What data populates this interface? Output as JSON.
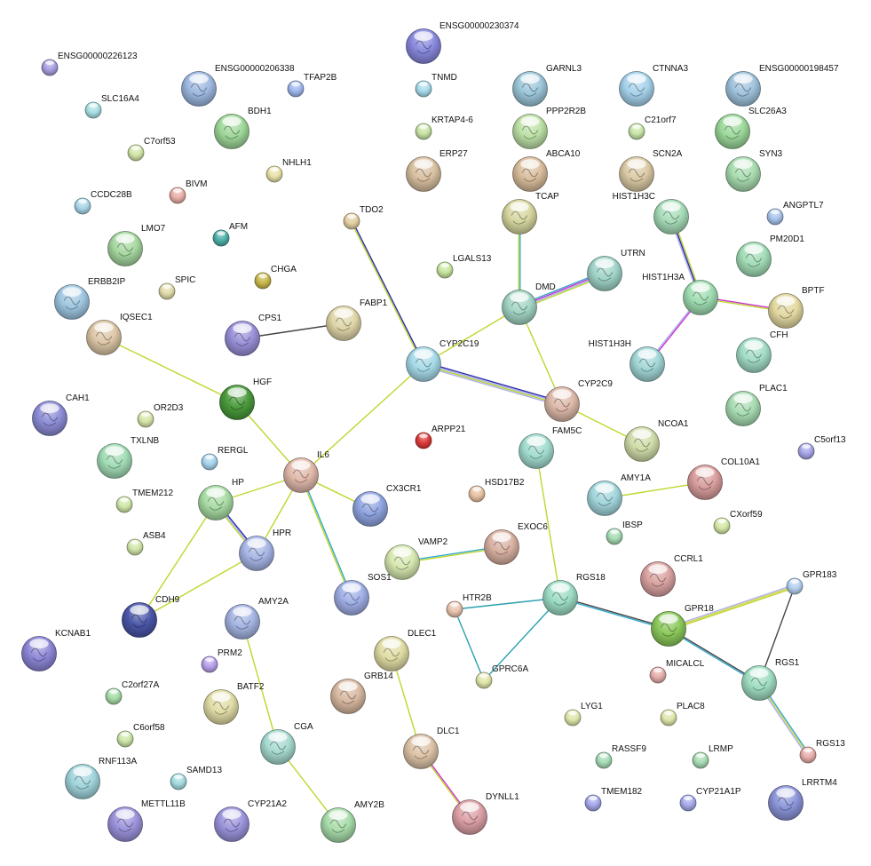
{
  "edge_colors": {
    "black": "#444444",
    "lime": "#bfd62e",
    "olive": "#d5d54a",
    "cyan": "#33aacc",
    "purple": "#aab0ee",
    "navy": "#2a2aa8",
    "magenta": "#cc33cc",
    "teal": "#2aa0b0"
  },
  "nodes": [
    {
      "id": "ENSG00000226123",
      "label": "ENSG00000226123",
      "color": "#a79fe0",
      "size": "s"
    },
    {
      "id": "ENSG00000230374",
      "label": "ENSG00000230374",
      "color": "#8888dd",
      "size": "l"
    },
    {
      "id": "ENSG00000206338",
      "label": "ENSG00000206338",
      "color": "#9db8e0",
      "size": "l"
    },
    {
      "id": "TFAP2B",
      "label": "TFAP2B",
      "color": "#9fb8ee",
      "size": "s"
    },
    {
      "id": "TNMD",
      "label": "TNMD",
      "color": "#a8dcec",
      "size": "s"
    },
    {
      "id": "GARNL3",
      "label": "GARNL3",
      "color": "#9cc6d8",
      "size": "l"
    },
    {
      "id": "CTNNA3",
      "label": "CTNNA3",
      "color": "#a6d2ec",
      "size": "l"
    },
    {
      "id": "ENSG00000198457",
      "label": "ENSG00000198457",
      "color": "#9fc2dc",
      "size": "l"
    },
    {
      "id": "SLC16A4",
      "label": "SLC16A4",
      "color": "#a8e0e4",
      "size": "s"
    },
    {
      "id": "BDH1",
      "label": "BDH1",
      "color": "#9fd89a",
      "size": "l"
    },
    {
      "id": "KRTAP4-6",
      "label": "KRTAP4-6",
      "color": "#c9e4a6",
      "size": "s"
    },
    {
      "id": "PPP2R2B",
      "label": "PPP2R2B",
      "color": "#bde0a6",
      "size": "l"
    },
    {
      "id": "C21orf7",
      "label": "C21orf7",
      "color": "#c9e6a8",
      "size": "s"
    },
    {
      "id": "SLC26A3",
      "label": "SLC26A3",
      "color": "#9bd89a",
      "size": "l"
    },
    {
      "id": "C7orf53",
      "label": "C7orf53",
      "color": "#d2e6aa",
      "size": "s"
    },
    {
      "id": "ERP27",
      "label": "ERP27",
      "color": "#d8bfa0",
      "size": "l"
    },
    {
      "id": "ABCA10",
      "label": "ABCA10",
      "color": "#d8bd9c",
      "size": "l"
    },
    {
      "id": "SCN2A",
      "label": "SCN2A",
      "color": "#dac9a4",
      "size": "l"
    },
    {
      "id": "SYN3",
      "label": "SYN3",
      "color": "#a8dcb0",
      "size": "l"
    },
    {
      "id": "NHLH1",
      "label": "NHLH1",
      "color": "#e8e2a8",
      "size": "s"
    },
    {
      "id": "BIVM",
      "label": "BIVM",
      "color": "#e8b0a8",
      "size": "s"
    },
    {
      "id": "CCDC28B",
      "label": "CCDC28B",
      "color": "#a8d6e8",
      "size": "s"
    },
    {
      "id": "TDO2",
      "label": "TDO2",
      "color": "#e2cfa2",
      "size": "s"
    },
    {
      "id": "TCAP",
      "label": "TCAP",
      "color": "#d6d6a0",
      "size": "l"
    },
    {
      "id": "HIST1H3C",
      "label": "HIST1H3C",
      "color": "#a6dcb8",
      "size": "l"
    },
    {
      "id": "ANGPTL7",
      "label": "ANGPTL7",
      "color": "#a8c4ec",
      "size": "s"
    },
    {
      "id": "LMO7",
      "label": "LMO7",
      "color": "#a6d8a0",
      "size": "l"
    },
    {
      "id": "AFM",
      "label": "AFM",
      "color": "#4cb0a8",
      "size": "s"
    },
    {
      "id": "LGALS13",
      "label": "LGALS13",
      "color": "#c9e6a0",
      "size": "s"
    },
    {
      "id": "UTRN",
      "label": "UTRN",
      "color": "#a0d4c8",
      "size": "l"
    },
    {
      "id": "PM20D1",
      "label": "PM20D1",
      "color": "#a2dcb6",
      "size": "l"
    },
    {
      "id": "CHGA",
      "label": "CHGA",
      "color": "#c8b84a",
      "size": "s"
    },
    {
      "id": "ERBB2IP",
      "label": "ERBB2IP",
      "color": "#9ec6e0",
      "size": "l"
    },
    {
      "id": "SPIC",
      "label": "SPIC",
      "color": "#e2dcaa",
      "size": "s"
    },
    {
      "id": "DMD",
      "label": "DMD",
      "color": "#a2d4c4",
      "size": "l"
    },
    {
      "id": "HIST1H3A",
      "label": "HIST1H3A",
      "color": "#9edcb0",
      "size": "l"
    },
    {
      "id": "BPTF",
      "label": "BPTF",
      "color": "#e2d8a0",
      "size": "l"
    },
    {
      "id": "FABP1",
      "label": "FABP1",
      "color": "#e0d6a8",
      "size": "l"
    },
    {
      "id": "IQSEC1",
      "label": "IQSEC1",
      "color": "#dcc6a6",
      "size": "l"
    },
    {
      "id": "CPS1",
      "label": "CPS1",
      "color": "#9890d8",
      "size": "l"
    },
    {
      "id": "CYP2C19",
      "label": "CYP2C19",
      "color": "#a6dae8",
      "size": "l"
    },
    {
      "id": "CFH",
      "label": "CFH",
      "color": "#a2dcc6",
      "size": "l"
    },
    {
      "id": "HIST1H3H",
      "label": "HIST1H3H",
      "color": "#a2d6d6",
      "size": "l"
    },
    {
      "id": "HGF",
      "label": "HGF",
      "color": "#4a9a3c",
      "size": "l"
    },
    {
      "id": "CYP2C9",
      "label": "CYP2C9",
      "color": "#dcb8a8",
      "size": "l"
    },
    {
      "id": "PLAC1",
      "label": "PLAC1",
      "color": "#a8dcb2",
      "size": "l"
    },
    {
      "id": "CAH1",
      "label": "CAH1",
      "color": "#8c8cd6",
      "size": "l"
    },
    {
      "id": "OR2D3",
      "label": "OR2D3",
      "color": "#d6e6aa",
      "size": "s"
    },
    {
      "id": "ARPP21",
      "label": "ARPP21",
      "color": "#dd3a3a",
      "size": "s"
    },
    {
      "id": "NCOA1",
      "label": "NCOA1",
      "color": "#cfdca8",
      "size": "l"
    },
    {
      "id": "TXLNB",
      "label": "TXLNB",
      "color": "#a2dcb6",
      "size": "l"
    },
    {
      "id": "FAM5C",
      "label": "FAM5C",
      "color": "#a2dcd0",
      "size": "l"
    },
    {
      "id": "C5orf13",
      "label": "C5orf13",
      "color": "#a8a6e8",
      "size": "s"
    },
    {
      "id": "RERGL",
      "label": "RERGL",
      "color": "#a8d4ee",
      "size": "s"
    },
    {
      "id": "IL6",
      "label": "IL6",
      "color": "#e0b8aa",
      "size": "l"
    },
    {
      "id": "COL10A1",
      "label": "COL10A1",
      "color": "#d89c9c",
      "size": "l"
    },
    {
      "id": "HP",
      "label": "HP",
      "color": "#a8dca4",
      "size": "l"
    },
    {
      "id": "AMY1A",
      "label": "AMY1A",
      "color": "#a2d6dc",
      "size": "l"
    },
    {
      "id": "HSD17B2",
      "label": "HSD17B2",
      "color": "#e8c2a4",
      "size": "s"
    },
    {
      "id": "TMEM212",
      "label": "TMEM212",
      "color": "#cfe6a8",
      "size": "s"
    },
    {
      "id": "CX3CR1",
      "label": "CX3CR1",
      "color": "#8fa4e0",
      "size": "l"
    },
    {
      "id": "CXorf59",
      "label": "CXorf59",
      "color": "#d4e8a6",
      "size": "s"
    },
    {
      "id": "IBSP",
      "label": "IBSP",
      "color": "#a6dcb4",
      "size": "s"
    },
    {
      "id": "EXOC6",
      "label": "EXOC6",
      "color": "#d8b0a0",
      "size": "l"
    },
    {
      "id": "ASB4",
      "label": "ASB4",
      "color": "#d2e6aa",
      "size": "s"
    },
    {
      "id": "HPR",
      "label": "HPR",
      "color": "#a6b6e6",
      "size": "l"
    },
    {
      "id": "VAMP2",
      "label": "VAMP2",
      "color": "#d6e8b0",
      "size": "l"
    },
    {
      "id": "CCRL1",
      "label": "CCRL1",
      "color": "#d8a2a0",
      "size": "l"
    },
    {
      "id": "SOS1",
      "label": "SOS1",
      "color": "#a0aee6",
      "size": "l"
    },
    {
      "id": "RGS18",
      "label": "RGS18",
      "color": "#9cdcc4",
      "size": "l"
    },
    {
      "id": "GPR183",
      "label": "GPR183",
      "color": "#b4d0ee",
      "size": "s"
    },
    {
      "id": "HTR2B",
      "label": "HTR2B",
      "color": "#eac4ae",
      "size": "s"
    },
    {
      "id": "CDH9",
      "label": "CDH9",
      "color": "#4a56a8",
      "size": "l"
    },
    {
      "id": "AMY2A",
      "label": "AMY2A",
      "color": "#a4b4e2",
      "size": "l"
    },
    {
      "id": "GPR18",
      "label": "GPR18",
      "color": "#8ac85a",
      "size": "l"
    },
    {
      "id": "KCNAB1",
      "label": "KCNAB1",
      "color": "#8c86d6",
      "size": "l"
    },
    {
      "id": "DLEC1",
      "label": "DLEC1",
      "color": "#e0dca4",
      "size": "l"
    },
    {
      "id": "PRM2",
      "label": "PRM2",
      "color": "#b8a0ea",
      "size": "s"
    },
    {
      "id": "MICALCL",
      "label": "MICALCL",
      "color": "#e4aeaa",
      "size": "s"
    },
    {
      "id": "GPRC6A",
      "label": "GPRC6A",
      "color": "#e0e6aa",
      "size": "s"
    },
    {
      "id": "GRB14",
      "label": "GRB14",
      "color": "#d8b8a0",
      "size": "l"
    },
    {
      "id": "RGS1",
      "label": "RGS1",
      "color": "#9edcc0",
      "size": "l"
    },
    {
      "id": "C2orf27A",
      "label": "C2orf27A",
      "color": "#a6dca8",
      "size": "s"
    },
    {
      "id": "BATF2",
      "label": "BATF2",
      "color": "#e0dca6",
      "size": "l"
    },
    {
      "id": "LYG1",
      "label": "LYG1",
      "color": "#dfe6aa",
      "size": "s"
    },
    {
      "id": "PLAC8",
      "label": "PLAC8",
      "color": "#e0e6aa",
      "size": "s"
    },
    {
      "id": "RGS13",
      "label": "RGS13",
      "color": "#e8aeaa",
      "size": "s"
    },
    {
      "id": "C6orf58",
      "label": "C6orf58",
      "color": "#cde6a8",
      "size": "s"
    },
    {
      "id": "CGA",
      "label": "CGA",
      "color": "#a6dad0",
      "size": "l"
    },
    {
      "id": "DLC1",
      "label": "DLC1",
      "color": "#dcc2a6",
      "size": "l"
    },
    {
      "id": "RASSF9",
      "label": "RASSF9",
      "color": "#a6dcb6",
      "size": "s"
    },
    {
      "id": "LRMP",
      "label": "LRMP",
      "color": "#a8dcb4",
      "size": "s"
    },
    {
      "id": "RNF113A",
      "label": "RNF113A",
      "color": "#a0d4dc",
      "size": "l"
    },
    {
      "id": "SAMD13",
      "label": "SAMD13",
      "color": "#a4dce0",
      "size": "s"
    },
    {
      "id": "LRRTM4",
      "label": "LRRTM4",
      "color": "#8a94d8",
      "size": "l"
    },
    {
      "id": "METTL11B",
      "label": "METTL11B",
      "color": "#9a92da",
      "size": "l"
    },
    {
      "id": "CYP21A2",
      "label": "CYP21A2",
      "color": "#9a94dc",
      "size": "l"
    },
    {
      "id": "AMY2B",
      "label": "AMY2B",
      "color": "#a8dcaa",
      "size": "l"
    },
    {
      "id": "DYNLL1",
      "label": "DYNLL1",
      "color": "#dca0a6",
      "size": "l"
    },
    {
      "id": "TMEM182",
      "label": "TMEM182",
      "color": "#a6a8ea",
      "size": "s"
    },
    {
      "id": "CYP21A1P",
      "label": "CYP21A1P",
      "color": "#a6aaea",
      "size": "s"
    }
  ],
  "edges": [
    {
      "source": "TDO2",
      "target": "CYP2C19",
      "types": [
        "navy",
        "lime"
      ]
    },
    {
      "source": "FABP1",
      "target": "CPS1",
      "types": [
        "black"
      ]
    },
    {
      "source": "TCAP",
      "target": "DMD",
      "types": [
        "cyan",
        "lime"
      ]
    },
    {
      "source": "DMD",
      "target": "UTRN",
      "types": [
        "cyan",
        "magenta",
        "purple",
        "lime"
      ]
    },
    {
      "source": "DMD",
      "target": "CYP2C19",
      "types": [
        "lime"
      ]
    },
    {
      "source": "DMD",
      "target": "CYP2C9",
      "types": [
        "lime"
      ]
    },
    {
      "source": "CYP2C19",
      "target": "CYP2C9",
      "types": [
        "navy",
        "purple",
        "lime",
        "purple"
      ]
    },
    {
      "source": "CYP2C19",
      "target": "IL6",
      "types": [
        "lime"
      ]
    },
    {
      "source": "CYP2C9",
      "target": "NCOA1",
      "types": [
        "lime"
      ]
    },
    {
      "source": "HIST1H3C",
      "target": "HIST1H3A",
      "types": [
        "lime",
        "navy",
        "purple"
      ]
    },
    {
      "source": "HIST1H3A",
      "target": "BPTF",
      "types": [
        "magenta",
        "lime"
      ]
    },
    {
      "source": "HIST1H3A",
      "target": "HIST1H3H",
      "types": [
        "magenta",
        "purple"
      ]
    },
    {
      "source": "IQSEC1",
      "target": "HGF",
      "types": [
        "lime"
      ]
    },
    {
      "source": "HGF",
      "target": "IL6",
      "types": [
        "lime"
      ]
    },
    {
      "source": "IL6",
      "target": "CX3CR1",
      "types": [
        "lime"
      ]
    },
    {
      "source": "IL6",
      "target": "SOS1",
      "types": [
        "cyan",
        "lime"
      ]
    },
    {
      "source": "IL6",
      "target": "HP",
      "types": [
        "lime"
      ]
    },
    {
      "source": "IL6",
      "target": "HPR",
      "types": [
        "lime"
      ]
    },
    {
      "source": "HP",
      "target": "HPR",
      "types": [
        "navy",
        "purple",
        "lime"
      ]
    },
    {
      "source": "HP",
      "target": "CDH9",
      "types": [
        "lime"
      ]
    },
    {
      "source": "HPR",
      "target": "CDH9",
      "types": [
        "lime"
      ]
    },
    {
      "source": "VAMP2",
      "target": "EXOC6",
      "types": [
        "cyan",
        "lime"
      ]
    },
    {
      "source": "FAM5C",
      "target": "RGS18",
      "types": [
        "lime"
      ]
    },
    {
      "source": "AMY1A",
      "target": "COL10A1",
      "types": [
        "lime"
      ]
    },
    {
      "source": "RGS18",
      "target": "HTR2B",
      "types": [
        "teal"
      ]
    },
    {
      "source": "RGS18",
      "target": "GPRC6A",
      "types": [
        "teal"
      ]
    },
    {
      "source": "HTR2B",
      "target": "GPRC6A",
      "types": [
        "teal"
      ]
    },
    {
      "source": "RGS18",
      "target": "GPR18",
      "types": [
        "black",
        "cyan"
      ]
    },
    {
      "source": "GPR18",
      "target": "RGS1",
      "types": [
        "black",
        "cyan"
      ]
    },
    {
      "source": "GPR18",
      "target": "GPR183",
      "types": [
        "purple",
        "olive",
        "lime"
      ]
    },
    {
      "source": "GPR183",
      "target": "RGS1",
      "types": [
        "black"
      ]
    },
    {
      "source": "RGS1",
      "target": "RGS13",
      "types": [
        "cyan",
        "olive",
        "purple"
      ]
    },
    {
      "source": "AMY2A",
      "target": "CGA",
      "types": [
        "lime"
      ]
    },
    {
      "source": "CGA",
      "target": "AMY2B",
      "types": [
        "lime"
      ]
    },
    {
      "source": "DLEC1",
      "target": "DLC1",
      "types": [
        "lime"
      ]
    },
    {
      "source": "DLC1",
      "target": "DYNLL1",
      "types": [
        "magenta",
        "lime"
      ]
    }
  ]
}
